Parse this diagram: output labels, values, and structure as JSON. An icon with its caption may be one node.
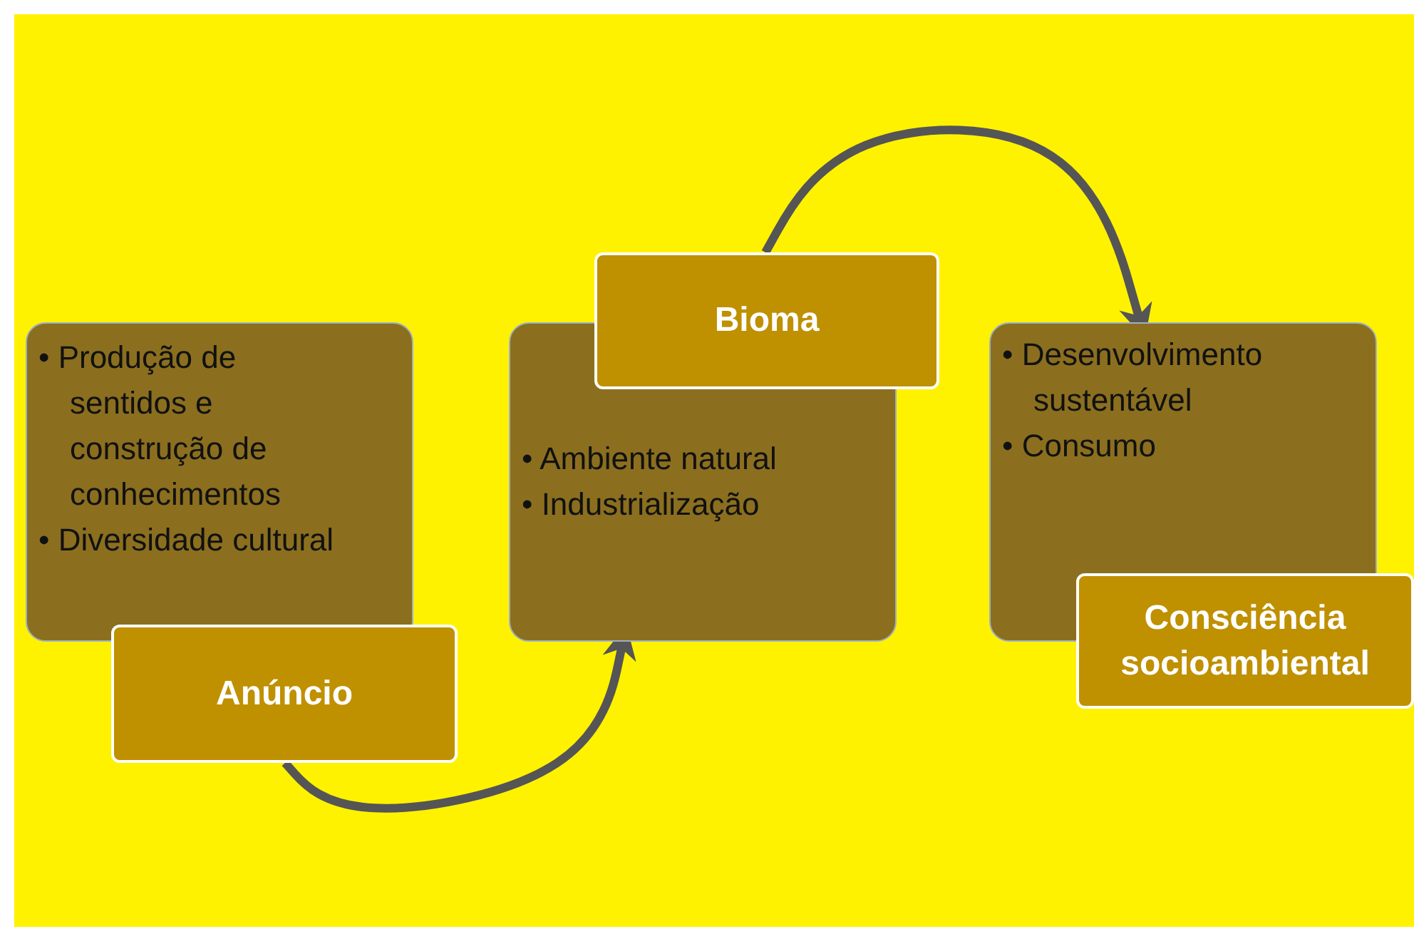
{
  "diagram": {
    "nodes": [
      {
        "text": [
          "• Produção de sentidos e construção de conhecimentos",
          "• Diversidade cultural"
        ]
      },
      {
        "text": [
          "Anúncio"
        ]
      },
      {
        "text": [
          "• Ambiente natural",
          "• Industrialização"
        ]
      },
      {
        "text": [
          "Bioma"
        ]
      },
      {
        "text": [
          "• Desenvolvimento sustentável",
          "• Consumo"
        ]
      },
      {
        "text": [
          "Consciência socioambiental"
        ]
      }
    ],
    "edges": [
      {
        "from": 1,
        "to": 2,
        "arrow": "to"
      },
      {
        "from": 3,
        "to": 4,
        "arrow": "to"
      }
    ]
  }
}
